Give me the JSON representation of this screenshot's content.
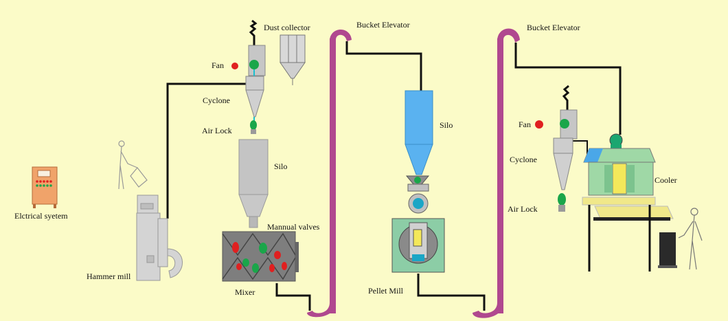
{
  "labels": {
    "dust_collector": "Dust  collector",
    "bucket_elevator_1": "Bucket   Elevator",
    "bucket_elevator_2": "Bucket   Elevator",
    "fan_1": "Fan",
    "cyclone_1": "Cyclone",
    "air_lock_1": "Air Lock",
    "silo_1": "Silo",
    "mannual_valves": "Mannual valves",
    "mixer": "Mixer",
    "hammer_mill": "Hammer mill",
    "electrical_system": "Elctrical syetem",
    "silo_2": "Silo",
    "pellet_mill": "Pellet Mill",
    "fan_2": "Fan",
    "cyclone_2": "Cyclone",
    "air_lock_2": "Air Lock",
    "cooler": "Cooler"
  },
  "colors": {
    "background": "#fbfbc8",
    "elevator": "#b0488f",
    "equipment_gray": "#c6c6c6",
    "silo_blue": "#5ab2f0",
    "cooler_green": "#9fd8a6",
    "green": "#1aa64a",
    "red": "#e02020"
  }
}
